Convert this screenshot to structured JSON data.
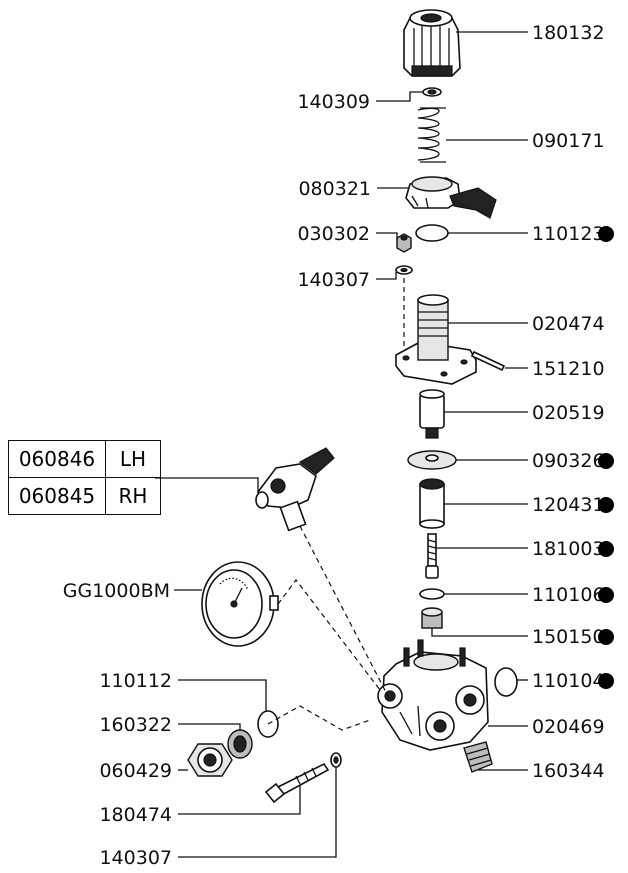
{
  "parts": {
    "p180132": "180132",
    "p140309": "140309",
    "p090171": "090171",
    "p080321": "080321",
    "p030302": "030302",
    "p110123": "110123",
    "p140307_top": "140307",
    "p020474": "020474",
    "p151210": "151210",
    "p020519": "020519",
    "p090326": "090326",
    "p120431": "120431",
    "p181003": "181003",
    "gauge": "GG1000BM",
    "p110106": "110106",
    "p150150": "150150",
    "p110112": "110112",
    "p110104": "110104",
    "p160322": "160322",
    "p020469": "020469",
    "p060429": "060429",
    "p160344": "160344",
    "p180474": "180474",
    "p140307_bottom": "140307"
  },
  "variant_table": [
    {
      "code": "060846",
      "side": "LH"
    },
    {
      "code": "060845",
      "side": "RH"
    }
  ]
}
